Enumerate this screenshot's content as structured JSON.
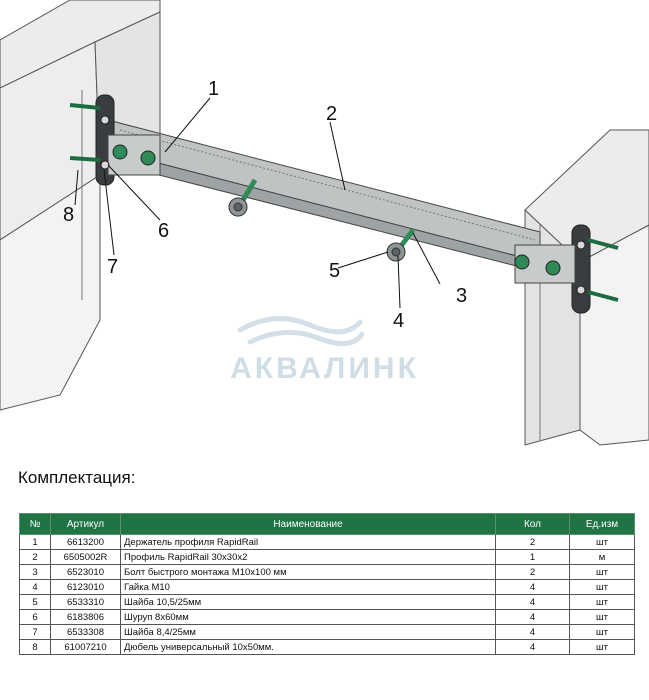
{
  "callouts": [
    "1",
    "2",
    "3",
    "4",
    "5",
    "6",
    "7",
    "8"
  ],
  "watermark": "АКВАЛИНК",
  "section_title": "Комплектация:",
  "table": {
    "headers": [
      "№",
      "Артикул",
      "Наименование",
      "Кол",
      "Ед.изм"
    ],
    "rows": [
      [
        "1",
        "6613200",
        "Держатель профиля RapidRail",
        "2",
        "шт"
      ],
      [
        "2",
        "6505002R",
        "Профиль RapidRail 30x30x2",
        "1",
        "м"
      ],
      [
        "3",
        "6523010",
        "Болт быстрого монтажа М10x100 мм",
        "2",
        "шт"
      ],
      [
        "4",
        "6123010",
        "Гайка  М10",
        "4",
        "шт"
      ],
      [
        "5",
        "6533310",
        "Шайба 10,5/25мм",
        "4",
        "шт"
      ],
      [
        "6",
        "6183806",
        "Шуруп 8x60мм",
        "4",
        "шт"
      ],
      [
        "7",
        "6533308",
        "Шайба 8,4/25мм",
        "4",
        "шт"
      ],
      [
        "8",
        "61007210",
        "Дюбель универсальный 10x50мм.",
        "4",
        "шт"
      ]
    ]
  },
  "colors": {
    "header_green": "#1f7344",
    "bolt_green": "#2e8a57",
    "wall_stroke": "#555555"
  }
}
